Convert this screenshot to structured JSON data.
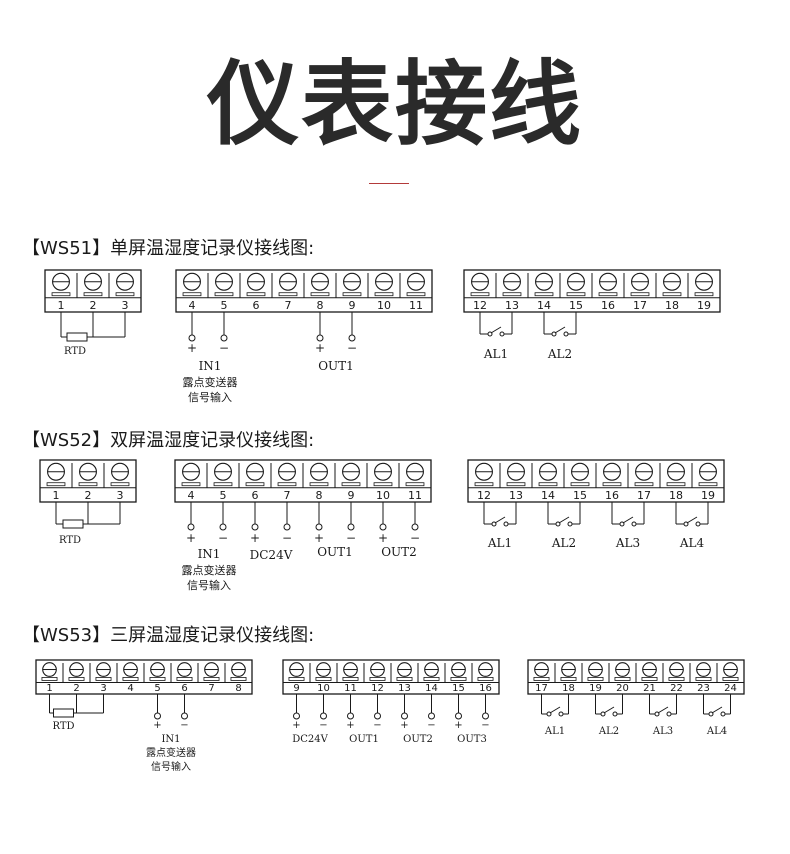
{
  "title": "仪表接线",
  "sections": [
    {
      "heading": "【WS51】单屏温湿度记录仪接线图:",
      "blocks": [
        [
          "1",
          "2",
          "3"
        ],
        [
          "4",
          "5",
          "6",
          "7",
          "8",
          "9",
          "10",
          "11"
        ],
        [
          "12",
          "13",
          "14",
          "15",
          "16",
          "17",
          "18",
          "19"
        ]
      ],
      "labels": {
        "rtd": "RTD",
        "in1": "IN1",
        "in1_line2": "露点变送器",
        "in1_line3": "信号输入",
        "out1": "OUT1",
        "al": [
          "AL1",
          "AL2"
        ],
        "plus": "+",
        "minus": "−"
      }
    },
    {
      "heading": "【WS52】双屏温湿度记录仪接线图:",
      "blocks": [
        [
          "1",
          "2",
          "3"
        ],
        [
          "4",
          "5",
          "6",
          "7",
          "8",
          "9",
          "10",
          "11"
        ],
        [
          "12",
          "13",
          "14",
          "15",
          "16",
          "17",
          "18",
          "19"
        ]
      ],
      "labels": {
        "rtd": "RTD",
        "in1": "IN1",
        "in1_line2": "露点变送器",
        "in1_line3": "信号输入",
        "dc": "DC24V",
        "out1": "OUT1",
        "out2": "OUT2",
        "al": [
          "AL1",
          "AL2",
          "AL3",
          "AL4"
        ],
        "plus": "+",
        "minus": "−"
      }
    },
    {
      "heading": "【WS53】三屏温湿度记录仪接线图:",
      "blocks": [
        [
          "1",
          "2",
          "3",
          "4",
          "5",
          "6",
          "7",
          "8"
        ],
        [
          "9",
          "10",
          "11",
          "12",
          "13",
          "14",
          "15",
          "16"
        ],
        [
          "17",
          "18",
          "19",
          "20",
          "21",
          "22",
          "23",
          "24"
        ]
      ],
      "labels": {
        "rtd": "RTD",
        "in1": "IN1",
        "in1_line2": "露点变送器",
        "in1_line3": "信号输入",
        "dc": "DC24V",
        "out1": "OUT1",
        "out2": "OUT2",
        "out3": "OUT3",
        "al": [
          "AL1",
          "AL2",
          "AL3",
          "AL4"
        ],
        "plus": "+",
        "minus": "−"
      }
    }
  ]
}
